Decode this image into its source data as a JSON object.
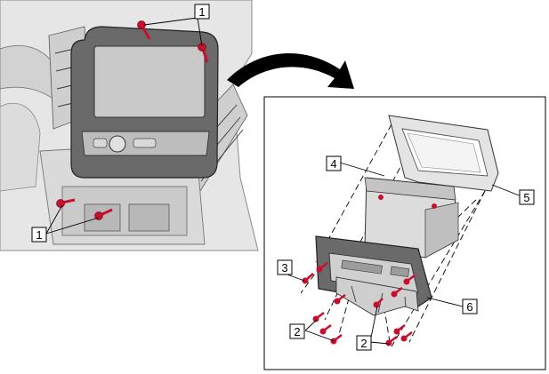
{
  "callouts": {
    "screw_top": "1",
    "screw_bottom": "1",
    "bolt": "3",
    "display": "4",
    "trim_bezel": "5",
    "bracket": "6",
    "clip_left": "2",
    "clip_right": "2"
  },
  "colors": {
    "fastener": "#c8102e",
    "panel_dark": "#555555",
    "panel_light": "#d9d9d9",
    "screen": "#c9c9c9",
    "outline": "#000000"
  },
  "icons": {
    "transition_arrow": "curved-arrow-icon",
    "fastener": "screw-icon"
  }
}
